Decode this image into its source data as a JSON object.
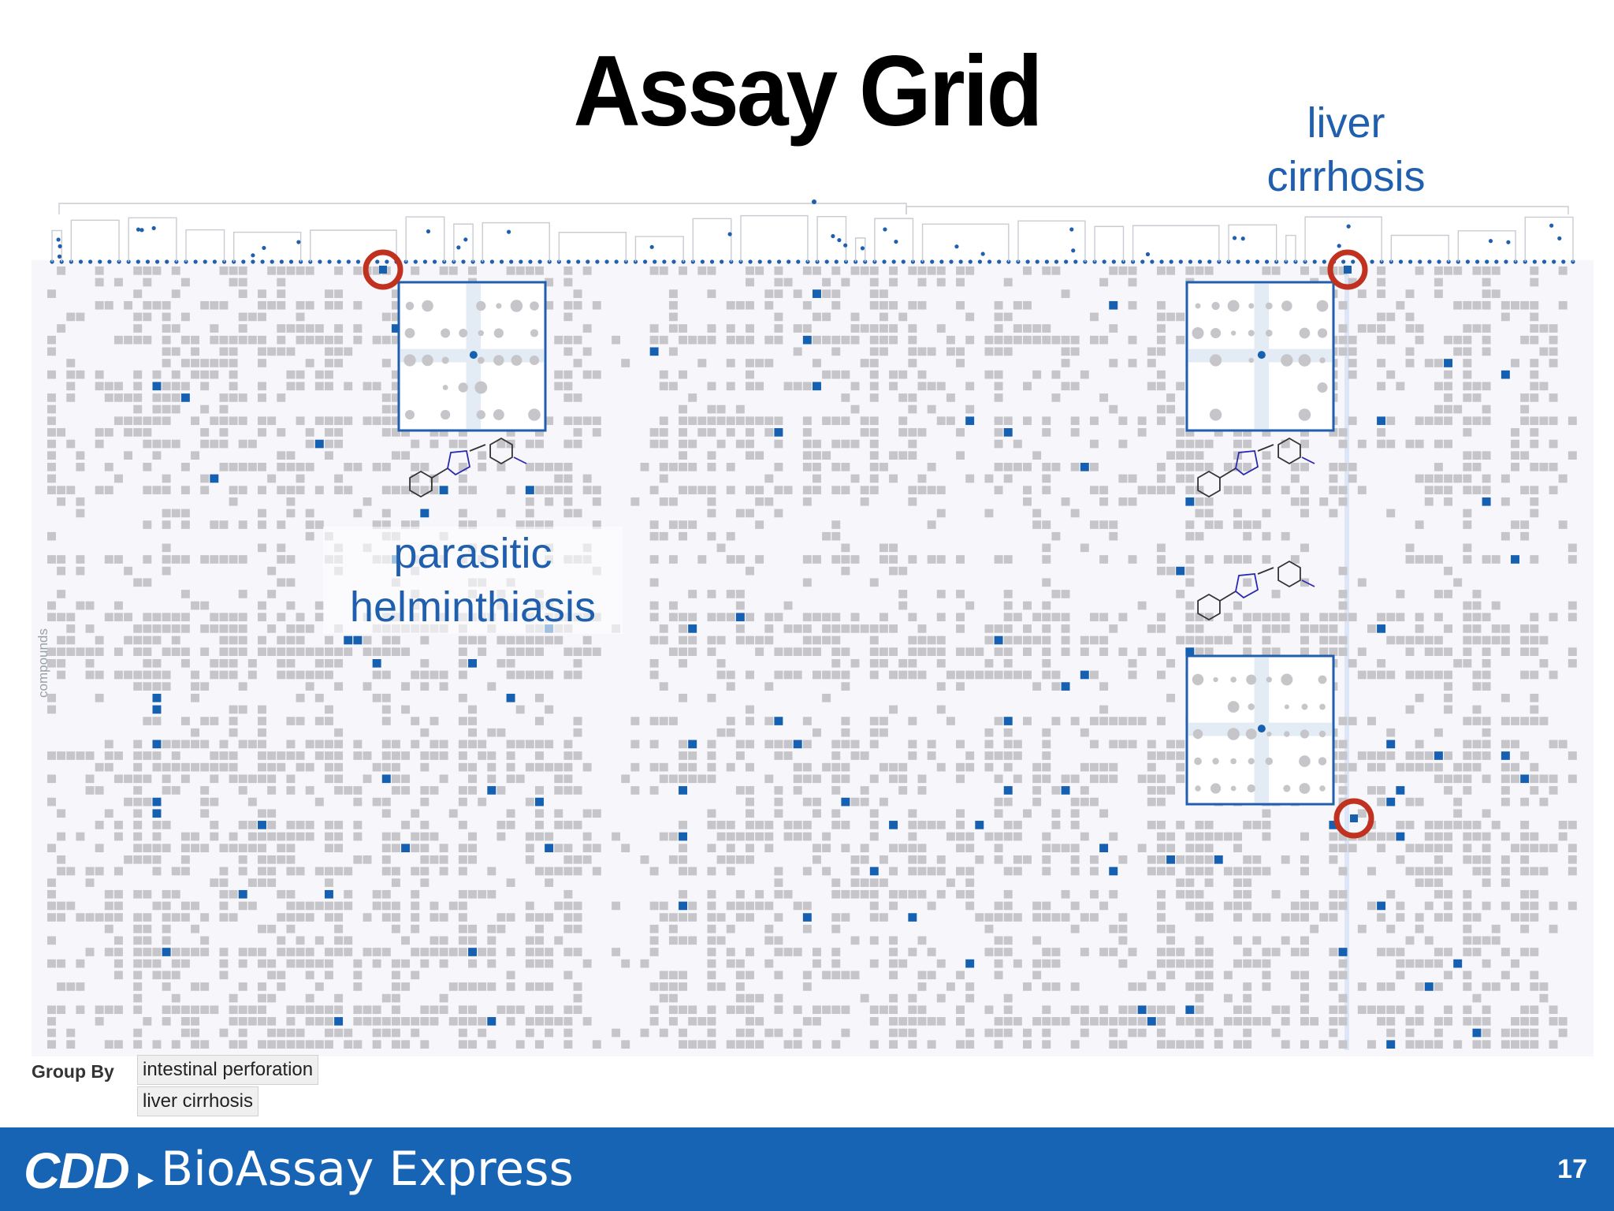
{
  "slide": {
    "title": "Assay Grid",
    "page_number": "17"
  },
  "callouts": {
    "liver_line1": "liver",
    "liver_line2": "cirrhosis",
    "parasitic_line1": "parasitic",
    "parasitic_line2": "helminthiasis"
  },
  "grid": {
    "y_axis_label": "compounds",
    "colors": {
      "tree": "#c8ccd2",
      "tree_nodes": "#1f5fae",
      "cell_inactive": "#c6c6ca",
      "cell_active": "#1560b0",
      "highlight_circle": "#c0321f",
      "inset_border": "#1f5fae"
    }
  },
  "controls": {
    "group_by_label": "Group By",
    "group_options": [
      "intestinal perforation",
      "liver cirrhosis"
    ]
  },
  "footer": {
    "logo_text": "CDD",
    "product_name": "BioAssay Express",
    "background": "#1864b4"
  }
}
